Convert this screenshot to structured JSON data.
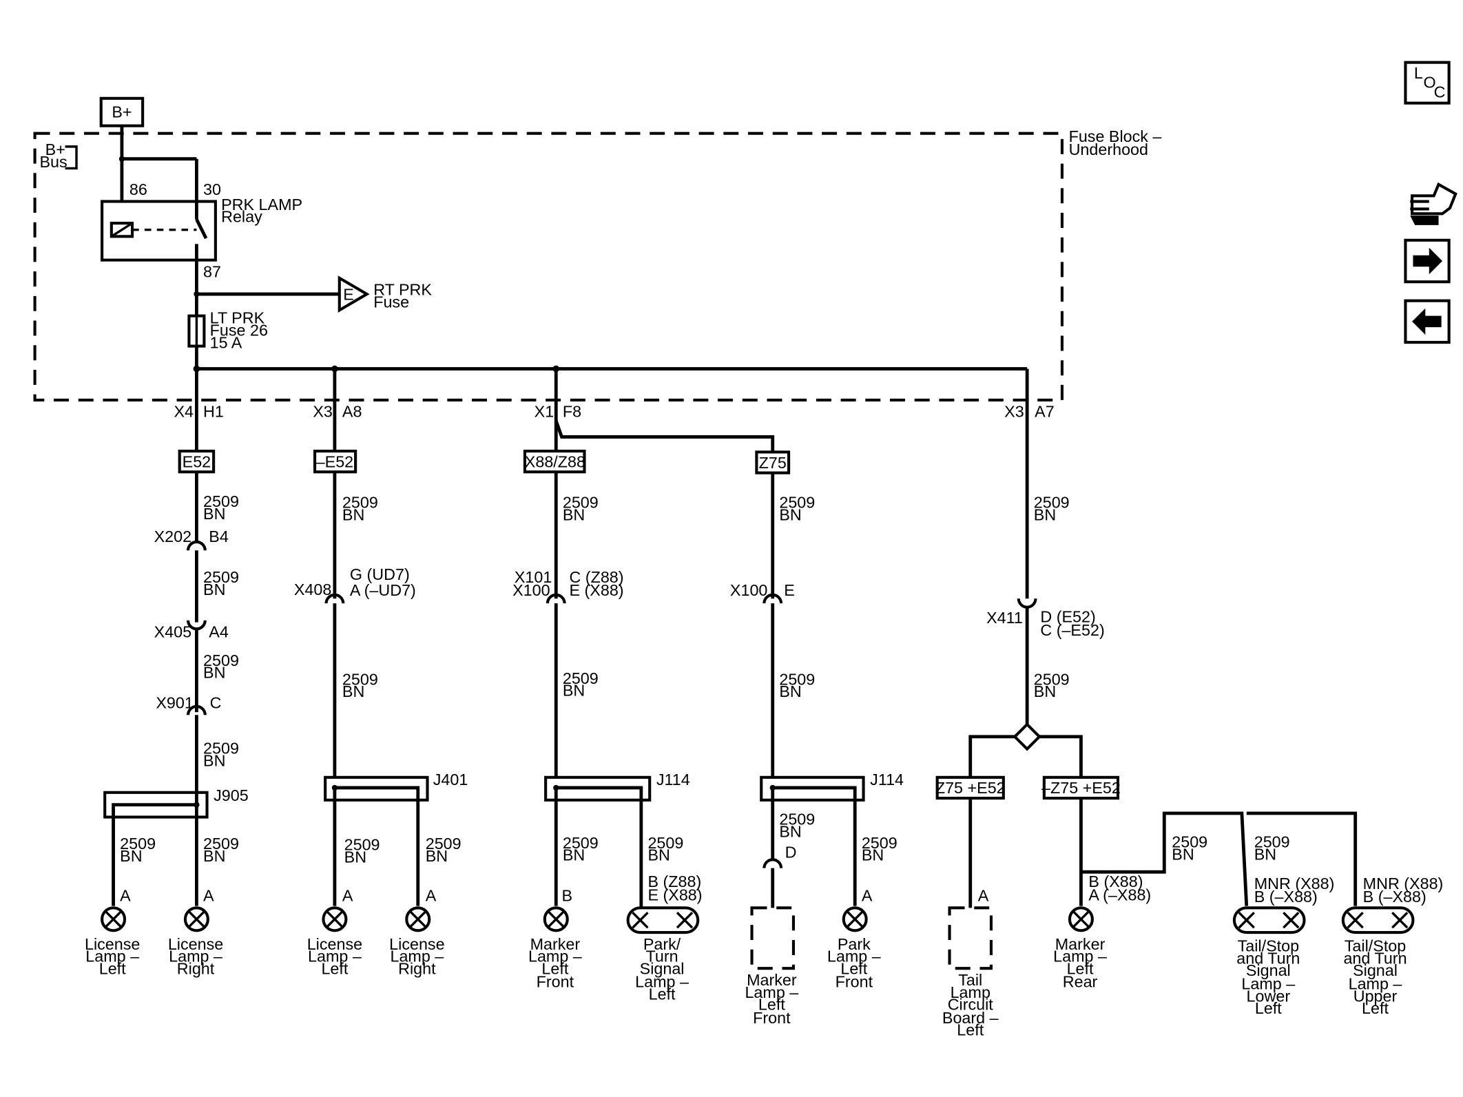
{
  "battery_label": "B+",
  "bus_label": [
    "B+",
    "Bus"
  ],
  "fuse_block_label": [
    "Fuse Block –",
    "Underhood"
  ],
  "relay": {
    "pin86": "86",
    "pin30": "30",
    "pin87": "87",
    "label": [
      "PRK LAMP",
      "Relay"
    ]
  },
  "rt_fuse": {
    "connector": "E",
    "label": [
      "RT PRK",
      "Fuse"
    ]
  },
  "lt_fuse": {
    "label": [
      "LT PRK",
      "Fuse 26",
      "15 A"
    ]
  },
  "connectors": {
    "x4": "X4",
    "h1": "H1",
    "x3a": "X3",
    "a8": "A8",
    "x1": "X1",
    "f8": "F8",
    "x3b": "X3",
    "a7": "A7"
  },
  "options": {
    "e52": "E52",
    "not_e52": "–E52",
    "x88_z88": "X88/Z88",
    "z75": "Z75",
    "z75_e52": "Z75 +E52",
    "not_z75_e52": "–Z75 +E52"
  },
  "wire": {
    "number": "2509",
    "color": "BN"
  },
  "inline": {
    "x202": "X202",
    "b4": "B4",
    "x405": "X405",
    "a4": "A4",
    "x901": "X901",
    "c": "C",
    "x408": "X408",
    "x408_pins": [
      "G (UD7)",
      "A (–UD7)"
    ],
    "x101": "X101",
    "x100a": "X100",
    "x101_pins": [
      "C (Z88)",
      "E (X88)"
    ],
    "x100b": "X100",
    "e": "E",
    "x411": "X411",
    "x411_pins": [
      "D (E52)",
      "C (–E52)"
    ],
    "d": "D"
  },
  "splices": {
    "j905": "J905",
    "j401": "J401",
    "j114a": "J114",
    "j114b": "J114"
  },
  "pins": {
    "a": "A",
    "b": "B",
    "park_turn_pins": [
      "B (Z88)",
      "E (X88)"
    ],
    "marker_rear_pins": [
      "B (X88)",
      "A (–X88)"
    ],
    "tail_lower_pins": [
      "MNR (X88)",
      "B (–X88)"
    ],
    "tail_upper_pins": [
      "MNR (X88)",
      "B (–X88)"
    ]
  },
  "loads": {
    "license_left_1": [
      "License",
      "Lamp –",
      "Left"
    ],
    "license_right_1": [
      "License",
      "Lamp –",
      "Right"
    ],
    "license_left_2": [
      "License",
      "Lamp –",
      "Left"
    ],
    "license_right_2": [
      "License",
      "Lamp –",
      "Right"
    ],
    "marker_left_front_1": [
      "Marker",
      "Lamp –",
      "Left",
      "Front"
    ],
    "park_turn_left": [
      "Park/",
      "Turn",
      "Signal",
      "Lamp –",
      "Left"
    ],
    "marker_left_front_2": [
      "Marker",
      "Lamp –",
      "Left",
      "Front"
    ],
    "park_left_front": [
      "Park",
      "Lamp –",
      "Left",
      "Front"
    ],
    "tail_board_left": [
      "Tail",
      "Lamp",
      "Circuit",
      "Board –",
      "Left"
    ],
    "marker_left_rear": [
      "Marker",
      "Lamp –",
      "Left",
      "Rear"
    ],
    "tail_lower_left": [
      "Tail/Stop",
      "and Turn",
      "Signal",
      "Lamp –",
      "Lower",
      "Left"
    ],
    "tail_upper_left": [
      "Tail/Stop",
      "and Turn",
      "Signal",
      "Lamp –",
      "Upper",
      "Left"
    ]
  },
  "nav": {
    "loc": [
      "L",
      "O",
      "C"
    ],
    "next_icon": "arrow-right-icon",
    "prev_icon": "arrow-left-icon",
    "connector_icon": "connector-end-view-icon"
  }
}
